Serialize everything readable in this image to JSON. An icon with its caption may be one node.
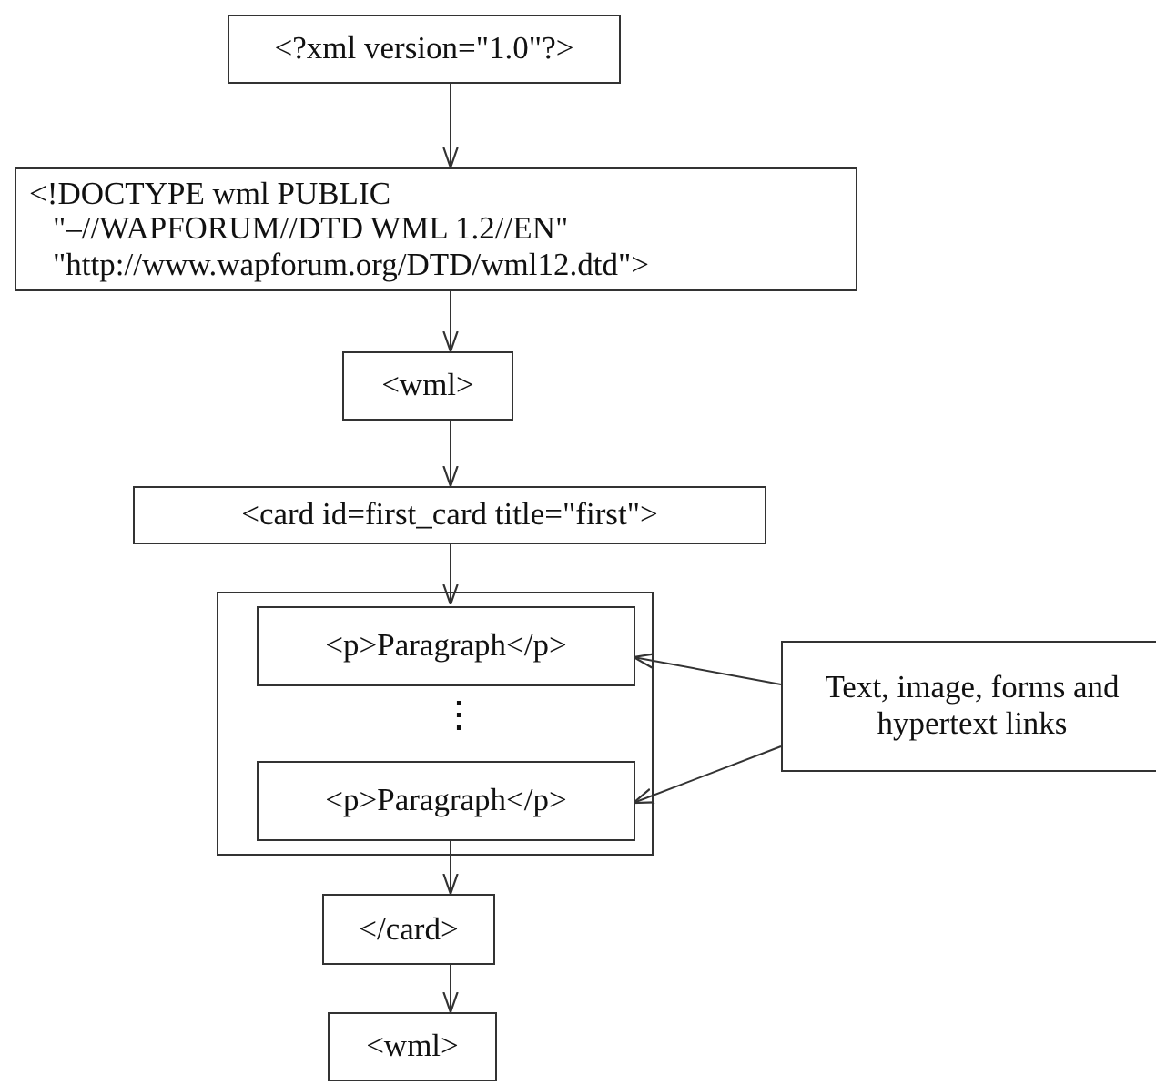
{
  "diagram": {
    "nodes": [
      {
        "text": [
          "<?xml version=\"1.0\"?>"
        ]
      },
      {
        "text": [
          "<!DOCTYPE wml PUBLIC \"–//WAPFORUM//DTD WML 1.2//EN\" \"http://www.wapforum.org/DTD/wml12.dtd\">"
        ]
      },
      {
        "text": [
          "<wml>"
        ]
      },
      {
        "text": [
          "<card id=first_card title=\"first\">"
        ]
      },
      {
        "text": [],
        "shape": "box"
      },
      {
        "text": [
          "<p>Paragraph</p>"
        ],
        "in": 4
      },
      {
        "text": [
          "<p>Paragraph</p>"
        ],
        "in": 4
      },
      {
        "text": [
          "Text, image, forms and hypertext links"
        ]
      },
      {
        "text": [
          "</card>"
        ]
      },
      {
        "text": [
          "<wml>"
        ]
      }
    ],
    "edges": [
      {
        "from": 0,
        "to": 1,
        "arrow": "to"
      },
      {
        "from": 1,
        "to": 2,
        "arrow": "to"
      },
      {
        "from": 2,
        "to": 3,
        "arrow": "to"
      },
      {
        "from": 3,
        "to": 5,
        "arrow": "to"
      },
      {
        "from": 7,
        "to": 5,
        "arrow": "to"
      },
      {
        "from": 7,
        "to": 6,
        "arrow": "to"
      },
      {
        "from": 6,
        "to": 8,
        "arrow": "to"
      },
      {
        "from": 8,
        "to": 9,
        "arrow": "to"
      }
    ],
    "labels": [
      "⋮"
    ]
  }
}
